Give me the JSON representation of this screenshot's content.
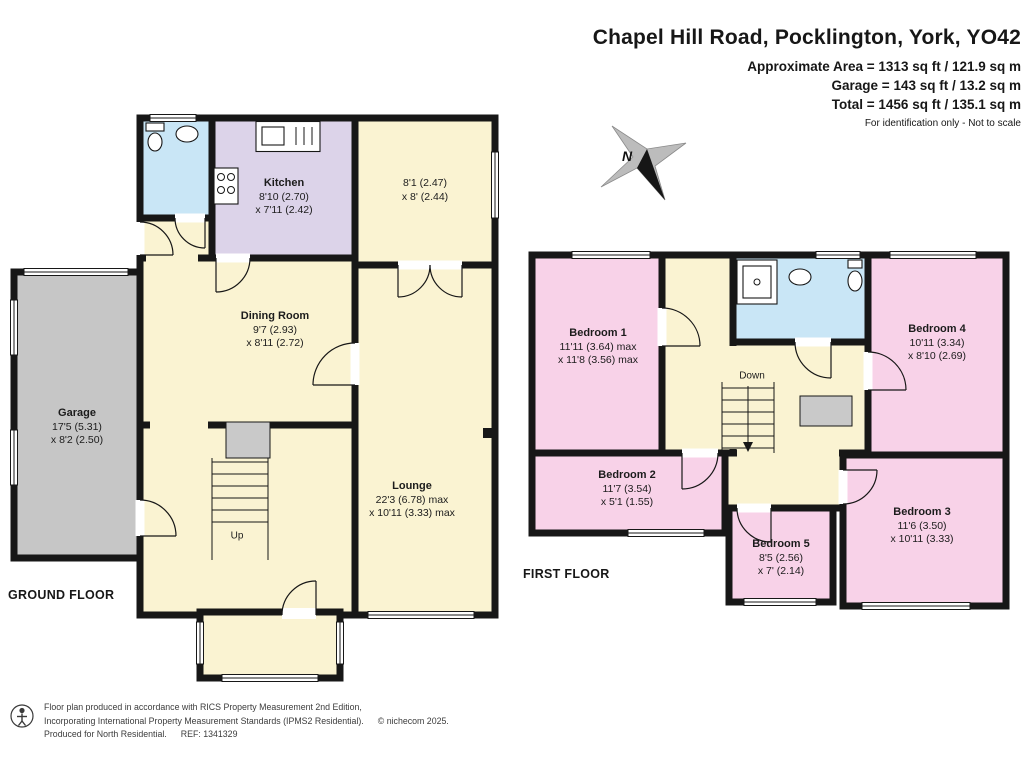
{
  "header": {
    "title": "Chapel Hill Road, Pocklington, York, YO42",
    "area_line": "Approximate Area = 1313 sq ft / 121.9 sq m",
    "garage_line": "Garage = 143 sq ft / 13.2 sq m",
    "total_line": "Total = 1456 sq ft / 135.1 sq m",
    "disclaimer": "For identification only - Not to scale"
  },
  "compass": {
    "north_label": "N"
  },
  "ground_floor": {
    "label": "GROUND FLOOR",
    "stairs_label": "Up",
    "rooms": {
      "garage": {
        "name": "Garage",
        "dim1": "17'5 (5.31)",
        "dim2": "x 8'2 (2.50)"
      },
      "kitchen": {
        "name": "Kitchen",
        "dim1": "8'10 (2.70)",
        "dim2": "x 7'11 (2.42)"
      },
      "reception": {
        "dim1": "8'1 (2.47)",
        "dim2": "x 8' (2.44)"
      },
      "dining_room": {
        "name": "Dining Room",
        "dim1": "9'7 (2.93)",
        "dim2": "x 8'11 (2.72)"
      },
      "lounge": {
        "name": "Lounge",
        "dim1": "22'3 (6.78) max",
        "dim2": "x 10'11 (3.33) max"
      }
    }
  },
  "first_floor": {
    "label": "FIRST FLOOR",
    "stairs_label": "Down",
    "rooms": {
      "bedroom1": {
        "name": "Bedroom 1",
        "dim1": "11'11 (3.64) max",
        "dim2": "x 11'8 (3.56) max"
      },
      "bedroom2": {
        "name": "Bedroom 2",
        "dim1": "11'7 (3.54)",
        "dim2": "x 5'1 (1.55)"
      },
      "bedroom3": {
        "name": "Bedroom 3",
        "dim1": "11'6 (3.50)",
        "dim2": "x 10'11 (3.33)"
      },
      "bedroom4": {
        "name": "Bedroom 4",
        "dim1": "10'11 (3.34)",
        "dim2": "x 8'10 (2.69)"
      },
      "bedroom5": {
        "name": "Bedroom 5",
        "dim1": "8'5 (2.56)",
        "dim2": "x 7' (2.14)"
      }
    }
  },
  "footer": {
    "line1": "Floor plan produced in accordance with RICS Property Measurement 2nd Edition,",
    "line2": "Incorporating International Property Measurement Standards (IPMS2 Residential).",
    "copyright": "© nichecom 2025.",
    "line3": "Produced for North Residential.",
    "ref": "REF: 1341329"
  },
  "colors": {
    "wall": "#171717",
    "room_cream": "#FAF3D2",
    "room_pink": "#F8D2E8",
    "room_blue": "#C9E6F6",
    "room_lavender": "#DCD3E9",
    "room_gray": "#C6C6C6"
  }
}
